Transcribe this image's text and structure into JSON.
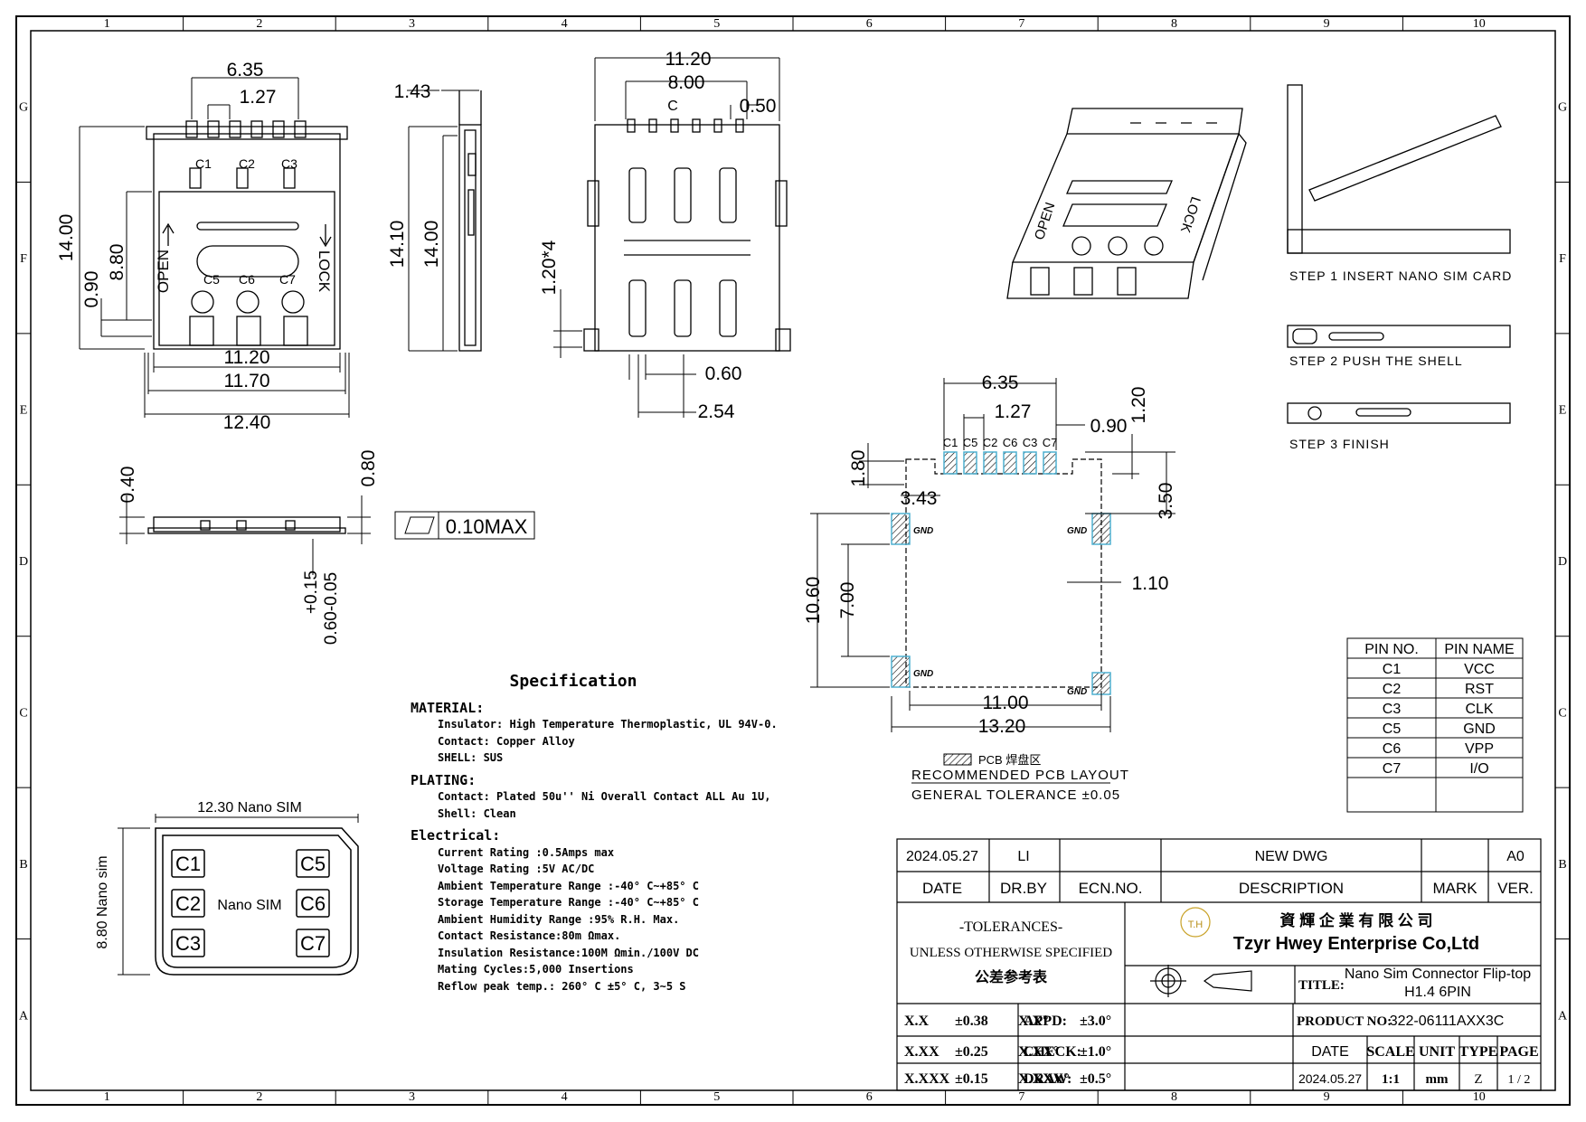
{
  "frame": {
    "cols": [
      "1",
      "2",
      "3",
      "4",
      "5",
      "6",
      "7",
      "8",
      "9",
      "10"
    ],
    "rows": [
      "G",
      "F",
      "E",
      "D",
      "C",
      "B",
      "A"
    ]
  },
  "top_view": {
    "dims": [
      "6.35",
      "1.27",
      "14.00",
      "8.80",
      "0.90",
      "11.20",
      "11.70",
      "12.40"
    ],
    "pins_top": [
      "C1",
      "C2",
      "C3"
    ],
    "pins_bottom": [
      "C5",
      "C6",
      "C7"
    ],
    "open": "OPEN",
    "lock": "LOCK"
  },
  "side_view": {
    "dims": [
      "1.43",
      "14.10",
      "14.00"
    ]
  },
  "bottom_view": {
    "dims": [
      "11.20",
      "8.00",
      "0.50",
      "1.20*4",
      "0.60",
      "2.54"
    ],
    "c_label": "C"
  },
  "profile_view": {
    "dims": [
      "0.40",
      "0.80",
      "+0.15",
      "0.60-0.05"
    ],
    "flatness": "0.10MAX"
  },
  "steps": [
    "STEP 1 INSERT NANO SIM CARD",
    "STEP 2 PUSH THE SHELL",
    "STEP 3 FINISH"
  ],
  "pcb": {
    "dims": [
      "6.35",
      "1.27",
      "0.90",
      "1.20",
      "1.80",
      "3.43",
      "3.50",
      "10.60",
      "7.00",
      "1.10",
      "11.00",
      "13.20"
    ],
    "pins": [
      "C1",
      "C5",
      "C2",
      "C6",
      "C3",
      "C7"
    ],
    "gnd": "GND",
    "legend": "PCB 焊盘区",
    "title": "RECOMMENDED PCB LAYOUT",
    "tolerance": "GENERAL TOLERANCE ±0.05"
  },
  "pin_table": {
    "headers": [
      "PIN NO.",
      "PIN NAME"
    ],
    "rows": [
      [
        "C1",
        "VCC"
      ],
      [
        "C2",
        "RST"
      ],
      [
        "C3",
        "CLK"
      ],
      [
        "C5",
        "GND"
      ],
      [
        "C6",
        "VPP"
      ],
      [
        "C7",
        "I/O"
      ]
    ]
  },
  "nano_sim": {
    "width_label": "12.30 Nano SIM",
    "height_label": "8.80 Nano sim",
    "center": "Nano SIM",
    "pins": [
      "C1",
      "C2",
      "C3",
      "C5",
      "C6",
      "C7"
    ]
  },
  "spec": {
    "title": "Specification",
    "material": "MATERIAL:",
    "insulator": "Insulator: High Temperature Thermoplastic, UL 94V-0.",
    "contact": "Contact: Copper Alloy",
    "shell": "SHELL: SUS",
    "plating": "PLATING:",
    "plating_contact": "Contact: Plated 50u'' Ni Overall Contact ALL Au 1U,",
    "plating_shell": "Shell: Clean",
    "electrical": "Electrical:",
    "e1": "Current Rating :0.5Amps max",
    "e2": "Voltage Rating :5V AC/DC",
    "e3": "Ambient Temperature Range :-40° C~+85° C",
    "e4": "Storage Temperature Range :-40° C~+85° C",
    "e5": "Ambient Humidity Range :95% R.H. Max.",
    "e6": "Contact Resistance:80m Ωmax.",
    "e7": "Insulation Resistance:100M Ωmin./100V DC",
    "e8": "Mating Cycles:5,000 Insertions",
    "e9": "Reflow peak temp.: 260° C ±5° C, 3~5 S"
  },
  "title_block": {
    "rev_date": "2024.05.27",
    "rev_by": "LI",
    "rev_desc": "NEW DWG",
    "rev_ver": "A0",
    "h_date": "DATE",
    "h_drby": "DR.BY",
    "h_ecn": "ECN.NO.",
    "h_desc": "DESCRIPTION",
    "h_mark": "MARK",
    "h_ver": "VER.",
    "tol_title": "-TOLERANCES-",
    "tol_unless": "UNLESS OTHERWISE SPECIFIED",
    "tol_cn": "公差参考表",
    "company_cn": "資 輝 企 業 有 限 公 司",
    "company_en": "Tzyr Hwey Enterprise Co,Ltd",
    "logo": "T.H",
    "title_label": "TITLE:",
    "title_value1": "Nano Sim Connector  Flip-top",
    "title_value2": "H1.4 6PIN",
    "tol_rows": [
      [
        "X.X",
        "±0.38",
        "X.X°",
        "±3.0°"
      ],
      [
        "X.XX",
        "±0.25",
        "X.XX°",
        "±1.0°"
      ],
      [
        "X.XXX",
        "±0.15",
        "X.XXX°",
        "±0.5°"
      ]
    ],
    "appd": "APPD:",
    "check": "CHECK:",
    "draw": "DRAW:",
    "product_label": "PRODUCT NO:",
    "product_no": "322-06111AXX3C",
    "f_date": "DATE",
    "f_scale": "SCALE",
    "f_unit": "UNIT",
    "f_type": "TYPE",
    "f_page": "PAGE",
    "v_date": "2024.05.27",
    "v_scale": "1:1",
    "v_unit": "mm",
    "v_type": "Z",
    "v_page": "1 / 2"
  }
}
